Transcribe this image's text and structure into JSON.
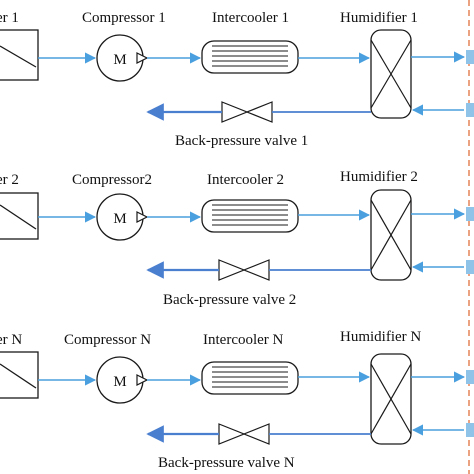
{
  "colors": {
    "line": "#1a1a1a",
    "flow": "#4a9fde",
    "flow_back": "#4a7fd0",
    "dashed": "#e07a4a",
    "port": "#8fc3e8"
  },
  "rows": [
    {
      "filter_label": "er 1",
      "compressor_label": "Compressor 1",
      "motor_symbol": "M",
      "intercooler_label": "Intercooler  1",
      "humidifier_label": "Humidifier  1",
      "valve_label": "Back-pressure valve  1"
    },
    {
      "filter_label": "er 2",
      "compressor_label": "Compressor2",
      "motor_symbol": "M",
      "intercooler_label": "Intercooler  2",
      "humidifier_label": "Humidifier  2",
      "valve_label": "Back-pressure valve  2"
    },
    {
      "filter_label": "er N",
      "compressor_label": "Compressor  N",
      "motor_symbol": "M",
      "intercooler_label": "Intercooler  N",
      "humidifier_label": "Humidifier  N",
      "valve_label": "Back-pressure valve  N"
    }
  ]
}
